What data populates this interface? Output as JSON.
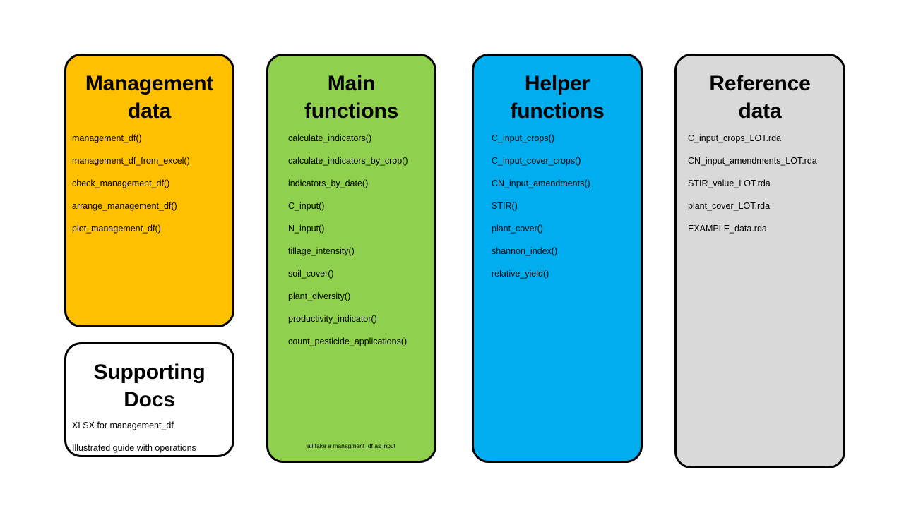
{
  "diagram": {
    "background_color": "#FFFFFF",
    "border_color": "#000000",
    "columns": [
      {
        "id": "management-data",
        "title": "Management\ndata",
        "title_line1": "Management",
        "title_line2": "data",
        "color": "#FFC000",
        "items": [
          "management_df()",
          "management_df_from_excel()",
          "check_management_df()",
          "arrange_management_df()",
          "plot_management_df()"
        ],
        "footnote": ""
      },
      {
        "id": "supporting-docs",
        "title": "Supporting\nDocs",
        "title_line1": "Supporting",
        "title_line2": "Docs",
        "color": "#FFFFFF",
        "items": [
          "XLSX for management_df",
          "Illustrated guide with operations"
        ],
        "footnote": ""
      },
      {
        "id": "main-functions",
        "title": "Main\nfunctions",
        "title_line1": "Main",
        "title_line2": "functions",
        "color": "#8FD14F",
        "items": [
          "calculate_indicators()",
          "calculate_indicators_by_crop()",
          "indicators_by_date()",
          "C_input()",
          "N_input()",
          "tillage_intensity()",
          "soil_cover()",
          "plant_diversity()",
          "productivity_indicator()",
          "count_pesticide_applications()"
        ],
        "footnote": "all take a managment_df as input"
      },
      {
        "id": "helper-functions",
        "title": "Helper\nfunctions",
        "title_line1": "Helper",
        "title_line2": "functions",
        "color": "#00AEEF",
        "items": [
          "C_input_crops()",
          "C_input_cover_crops()",
          "CN_input_amendments()",
          "STIR()",
          "plant_cover()",
          "shannon_index()",
          "relative_yield()"
        ],
        "footnote": ""
      },
      {
        "id": "reference-data",
        "title": "Reference\ndata",
        "title_line1": "Reference",
        "title_line2": "data",
        "color": "#D9D9D9",
        "items": [
          "C_input_crops_LOT.rda",
          "CN_input_amendments_LOT.rda",
          "STIR_value_LOT.rda",
          "plant_cover_LOT.rda",
          "EXAMPLE_data.rda"
        ],
        "footnote": ""
      }
    ]
  }
}
